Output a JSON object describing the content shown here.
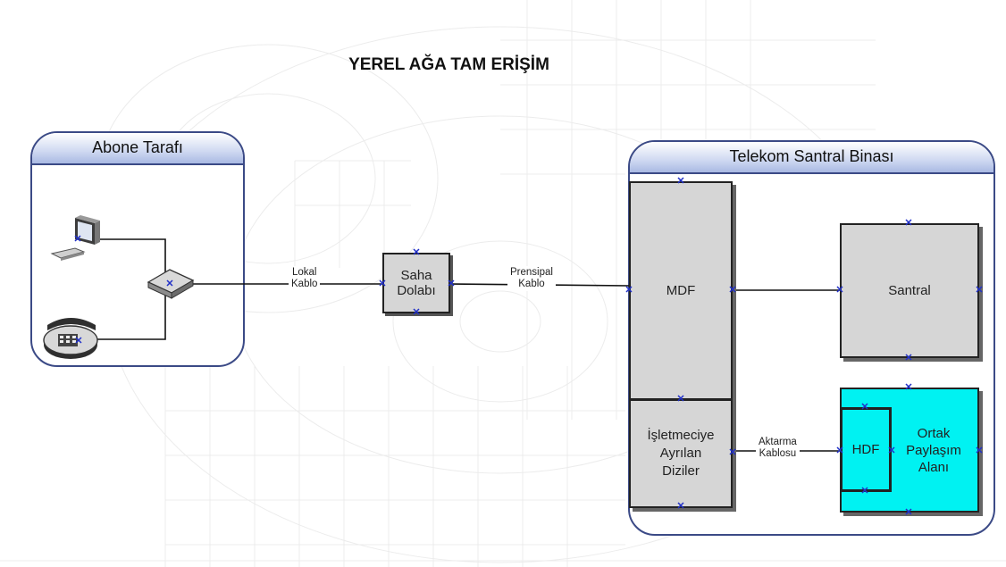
{
  "title": "YEREL AĞA TAM ERİŞİM",
  "groups": {
    "subscriber": "Abone Tarafı",
    "exchange_building": "Telekom Santral Binası"
  },
  "nodes": {
    "street_cabinet": "Saha\nDolabı",
    "mdf": "MDF",
    "exchange": "Santral",
    "operator_arrays": "İşletmeciye\nAyrılan\nDiziler",
    "hdf": "HDF",
    "shared_area": "Ortak\nPaylaşım\nAlanı"
  },
  "links": {
    "local_cable": "Lokal\nKablo",
    "main_cable": "Prensipal\nKablo",
    "tie_cable": "Aktarma\nKablosu"
  },
  "icons": [
    "computer-icon",
    "telephone-icon",
    "router-icon",
    "connection-point-icon"
  ]
}
